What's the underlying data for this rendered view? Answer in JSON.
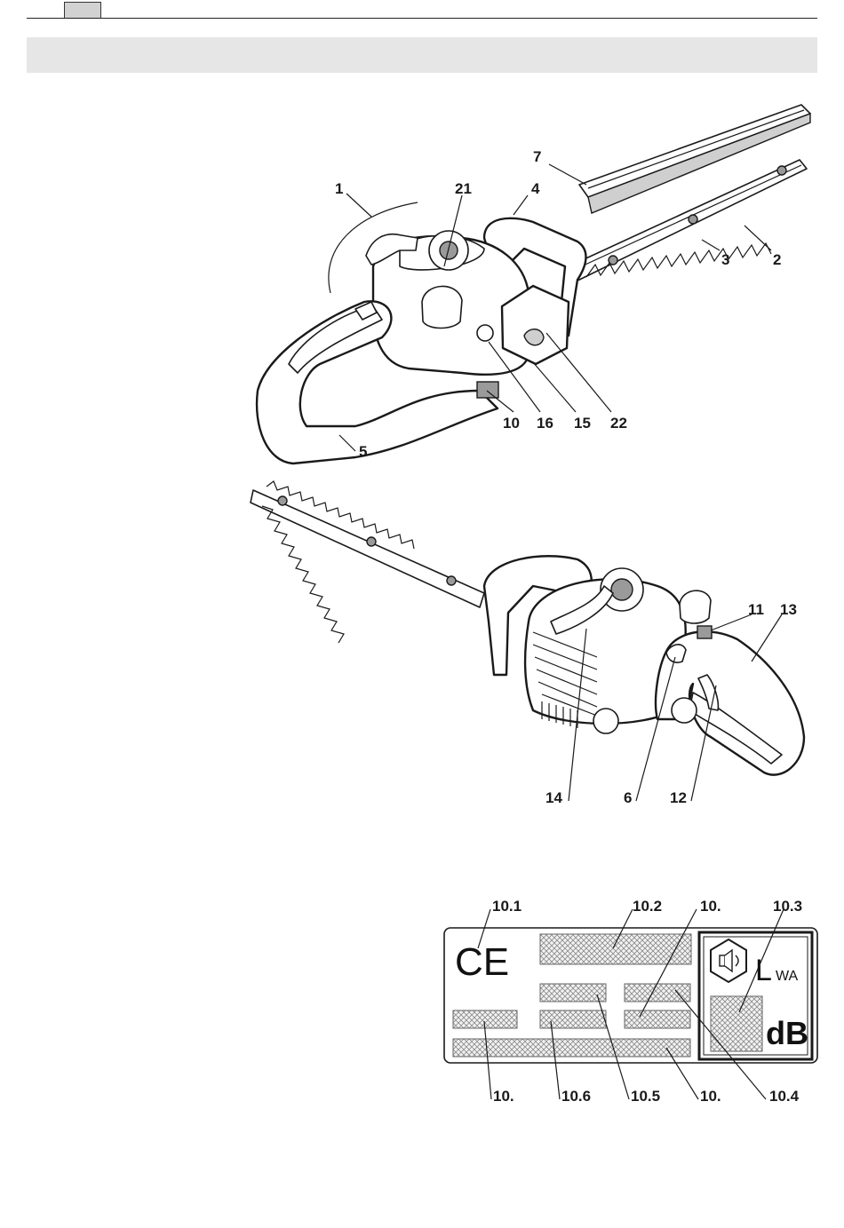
{
  "callouts_top": [
    "1",
    "21",
    "4",
    "7",
    "3",
    "2",
    "10",
    "16",
    "15",
    "22",
    "5"
  ],
  "callouts_bottom": [
    "11",
    "13",
    "14",
    "6",
    "12"
  ],
  "plate": {
    "ce_mark": "CE",
    "lwa_main": "L",
    "lwa_sub": "WA",
    "db_unit": "dB",
    "callouts": [
      "10.1",
      "10.2",
      "10.",
      "10.3",
      "10.",
      "10.6",
      "10.5",
      "10.",
      "10.4"
    ]
  }
}
